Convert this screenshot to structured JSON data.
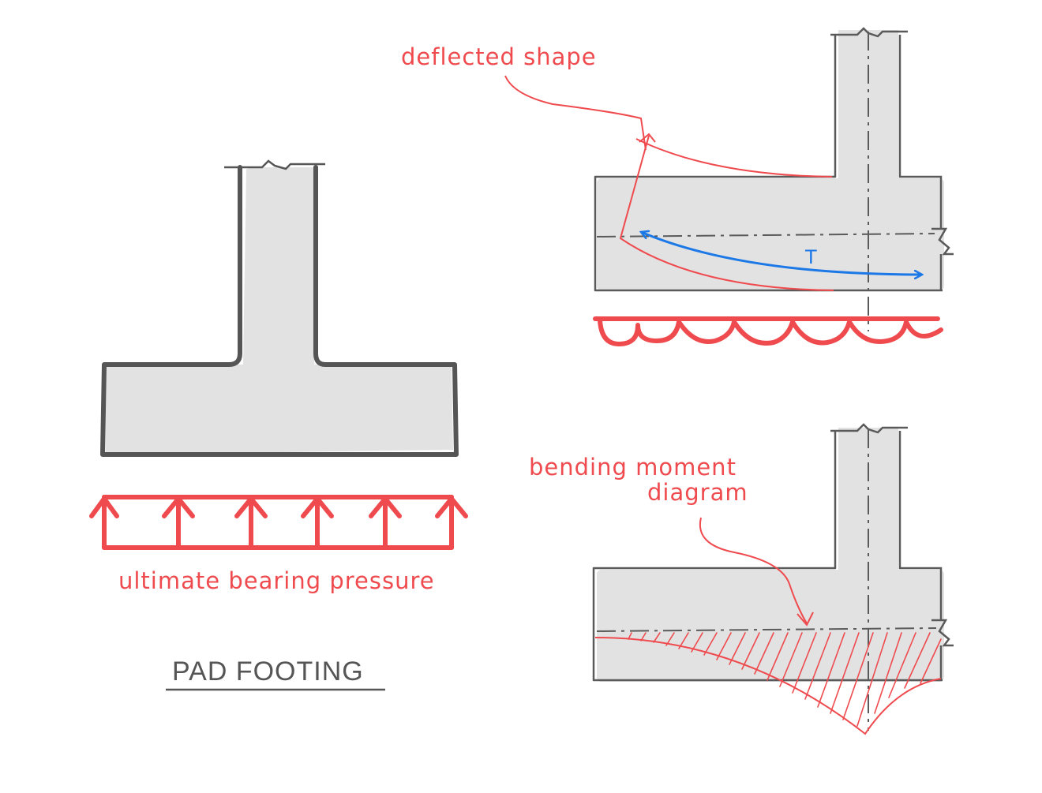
{
  "labels": {
    "deflected_shape": "deflected shape",
    "tension": "T",
    "bending_moment_line1": "bending moment",
    "bending_moment_line2": "diagram",
    "bearing_pressure": "ultimate bearing pressure",
    "title": "PAD FOOTING"
  },
  "colors": {
    "concrete_fill": "#e2e2e2",
    "outline_dark": "#555555",
    "outline_thin": "#5a5a5a",
    "annotation_red": "#ef4b4f",
    "tension_blue": "#1b78e6"
  }
}
